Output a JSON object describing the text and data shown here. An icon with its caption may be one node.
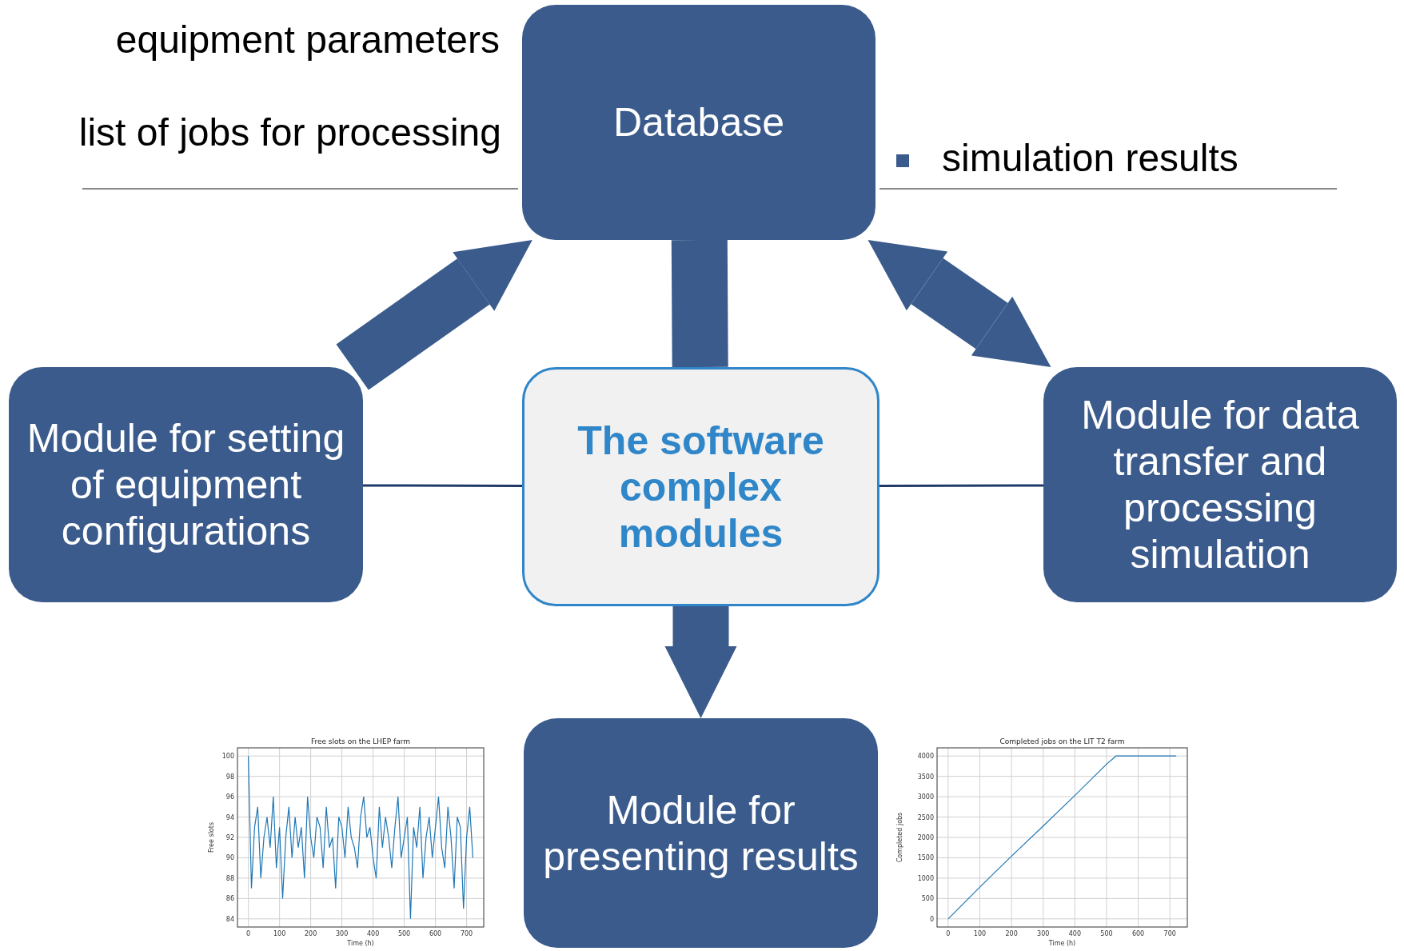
{
  "diagram": {
    "nodes": [
      {
        "text": [
          "Database"
        ],
        "beside": [
          "equipment parameters",
          "list of jobs for processing",
          "simulation results"
        ]
      },
      {
        "text": [
          "Module for setting of equipment configurations"
        ]
      },
      {
        "text": [
          "The software complex modules"
        ]
      },
      {
        "text": [
          "Module for data transfer and processing simulation"
        ]
      },
      {
        "text": [
          "Module for presenting results"
        ]
      }
    ],
    "edges": [
      {
        "from": 1,
        "to": 0,
        "arrow": "to"
      },
      {
        "from": 0,
        "to": 3,
        "arrow": "both"
      },
      {
        "from": 0,
        "to": 2,
        "arrow": "none"
      },
      {
        "from": 1,
        "to": 2,
        "arrow": "none",
        "color": "#1f3a66"
      },
      {
        "from": 2,
        "to": 3,
        "arrow": "none",
        "color": "#1f3a66"
      },
      {
        "from": 2,
        "to": 4,
        "arrow": "to"
      }
    ],
    "chart_data": [
      {
        "type": "line",
        "title": "Free slots on the LHEP farm",
        "xlabel": "Time (h)",
        "ylabel": "Free slots",
        "grid": true,
        "xlim": [
          -35,
          755
        ],
        "ylim": [
          83.2,
          100.8
        ],
        "xticks": [
          0,
          100,
          200,
          300,
          400,
          500,
          600,
          700
        ],
        "yticks": [
          84,
          86,
          88,
          90,
          92,
          94,
          96,
          98,
          100
        ],
        "x": [
          0,
          10,
          20,
          30,
          40,
          50,
          60,
          70,
          80,
          90,
          100,
          110,
          120,
          130,
          140,
          150,
          160,
          170,
          180,
          190,
          200,
          210,
          220,
          230,
          240,
          250,
          260,
          270,
          280,
          290,
          300,
          310,
          320,
          330,
          340,
          350,
          360,
          370,
          380,
          390,
          400,
          410,
          420,
          430,
          440,
          450,
          460,
          470,
          480,
          490,
          500,
          510,
          520,
          530,
          540,
          550,
          560,
          570,
          580,
          590,
          600,
          610,
          620,
          630,
          640,
          650,
          660,
          670,
          680,
          690,
          700,
          710,
          720
        ],
        "series": [
          {
            "color": "#1f77b4",
            "values": [
              100,
              87,
              93,
              95,
              88,
              92,
              94,
              91,
              96,
              89,
              93,
              86,
              92,
              95,
              90,
              94,
              91,
              93,
              88,
              96,
              92,
              90,
              94,
              93,
              89,
              95,
              91,
              92,
              87,
              94,
              93,
              90,
              95,
              92,
              91,
              89,
              94,
              96,
              92,
              93,
              90,
              88,
              95,
              91,
              94,
              92,
              89,
              93,
              96,
              90,
              92,
              94,
              84,
              93,
              91,
              95,
              88,
              92,
              94,
              90,
              93,
              96,
              91,
              89,
              95,
              92,
              87,
              94,
              93,
              85,
              92,
              95,
              90
            ]
          }
        ]
      },
      {
        "type": "line",
        "title": "Completed jobs on the LIT T2 farm",
        "xlabel": "Time (h)",
        "ylabel": "Completed jobs",
        "grid": true,
        "xlim": [
          -35,
          755
        ],
        "ylim": [
          -200,
          4200
        ],
        "xticks": [
          0,
          100,
          200,
          300,
          400,
          500,
          600,
          700
        ],
        "yticks": [
          0,
          500,
          1000,
          1500,
          2000,
          2500,
          3000,
          3500,
          4000
        ],
        "x": [
          0,
          100,
          200,
          300,
          400,
          500,
          530,
          720
        ],
        "series": [
          {
            "color": "#1f77b4",
            "values": [
              0,
              780,
              1540,
              2280,
              3030,
              3800,
              4000,
              4000
            ]
          }
        ]
      }
    ]
  }
}
